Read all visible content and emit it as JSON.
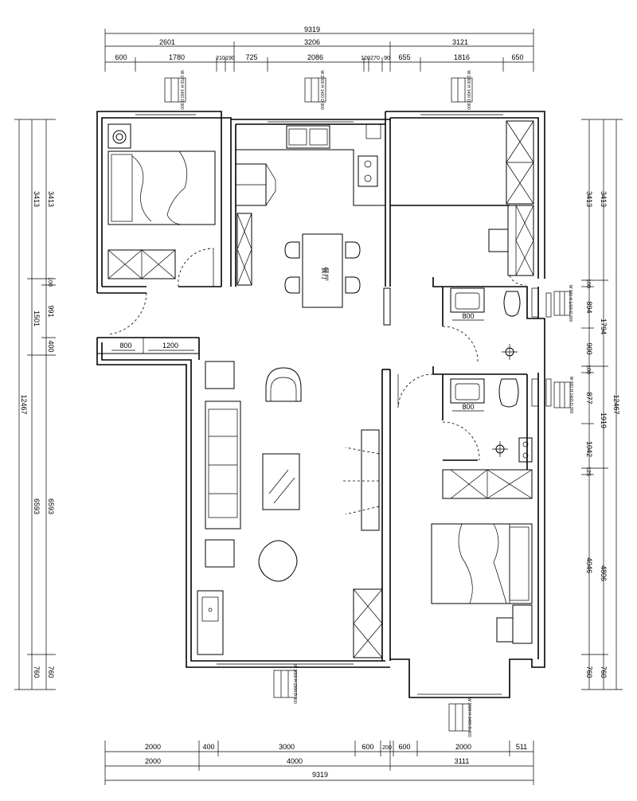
{
  "dimensions": {
    "top_total": "9319",
    "top_mid": [
      "2601",
      "3206",
      "3121"
    ],
    "top_detail": [
      "600",
      "1780",
      "210",
      "190",
      "725",
      "2086",
      "120",
      "270",
      "90",
      "655",
      "1816",
      "650"
    ],
    "bottom_detail": [
      "2000",
      "400",
      "3000",
      "600",
      "200",
      "600",
      "2000",
      "511"
    ],
    "bottom_mid": [
      "2000",
      "4000",
      "3111"
    ],
    "bottom_total": "9319",
    "left_outer": "12467",
    "left_mid": [
      "3413",
      "1501",
      "6593",
      "760"
    ],
    "left_inner": [
      "3413",
      "100",
      "991",
      "400",
      "6593",
      "760"
    ],
    "right_outer": "12467",
    "right_mid": [
      "3413",
      "1794",
      "1919",
      "4806",
      "760"
    ],
    "right_inner": [
      "3413",
      "100",
      "894",
      "900",
      "100",
      "877",
      "1042",
      "125",
      "4046",
      "760"
    ]
  },
  "cabinet_labels": [
    "800",
    "1200",
    "800",
    "800"
  ],
  "room_labels": {
    "dining": "餐厅"
  },
  "window_tags": [
    "W 1700 H 1400 D 900",
    "W 2000 H 1400 D 900",
    "W 1800 H 1400 D 900",
    "W 900 H 1400 D 900",
    "W 900 H 1400 D 900",
    "W 3000 H 2300 D 300",
    "W 1500 H 1400 D 900"
  ]
}
